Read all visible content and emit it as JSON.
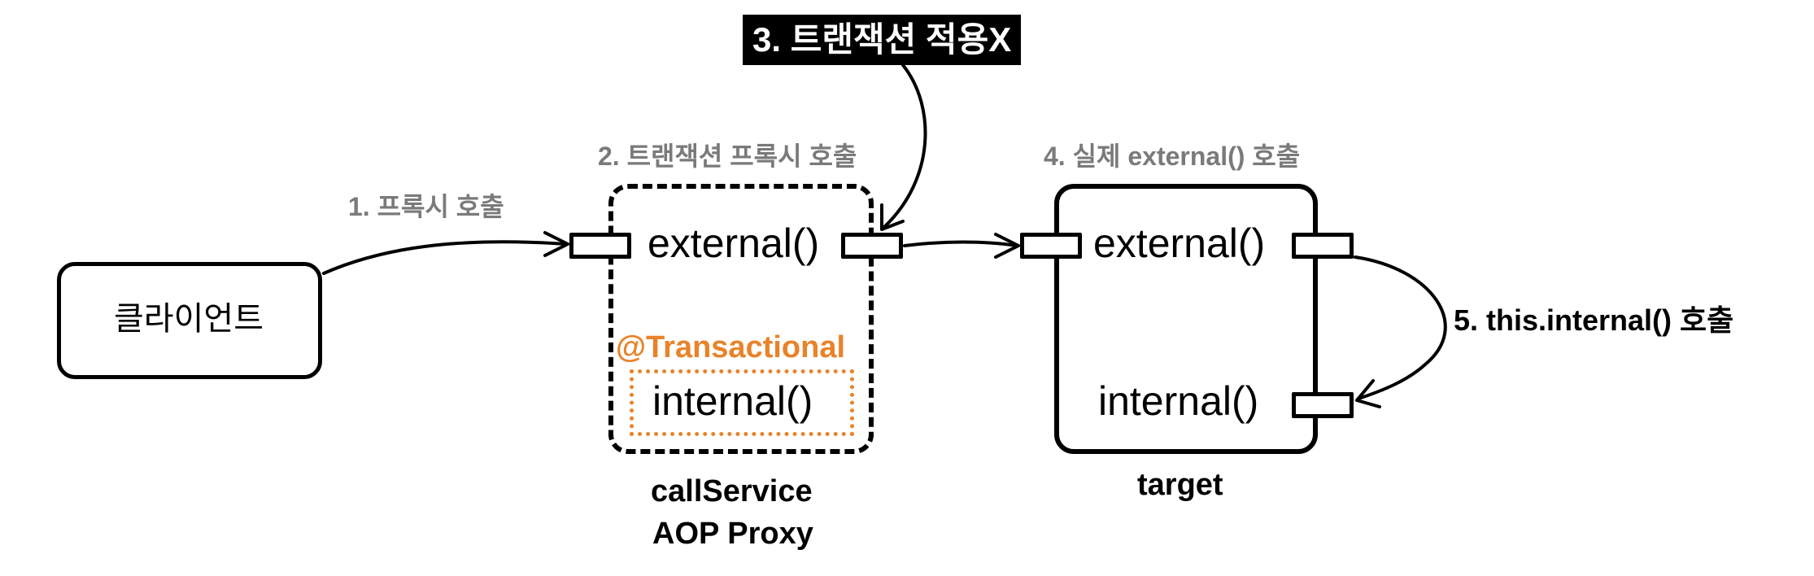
{
  "labels": {
    "step1": "1. 프록시 호출",
    "step2": "2. 트랜잭션 프록시 호출",
    "step3": "3. 트랜잭션 적용X",
    "step4": "4. 실제 external() 호출",
    "step5": "5. this.internal() 호출"
  },
  "client": {
    "label": "클라이언트"
  },
  "proxy": {
    "external": "external()",
    "annotation": "@Transactional",
    "internal": "internal()",
    "name_line1": "callService",
    "name_line2": "AOP Proxy"
  },
  "target": {
    "external": "external()",
    "internal": "internal()",
    "name": "target"
  },
  "colors": {
    "annotation": "#e8832a",
    "gray_label": "#7a7a7a",
    "black": "#000000"
  }
}
